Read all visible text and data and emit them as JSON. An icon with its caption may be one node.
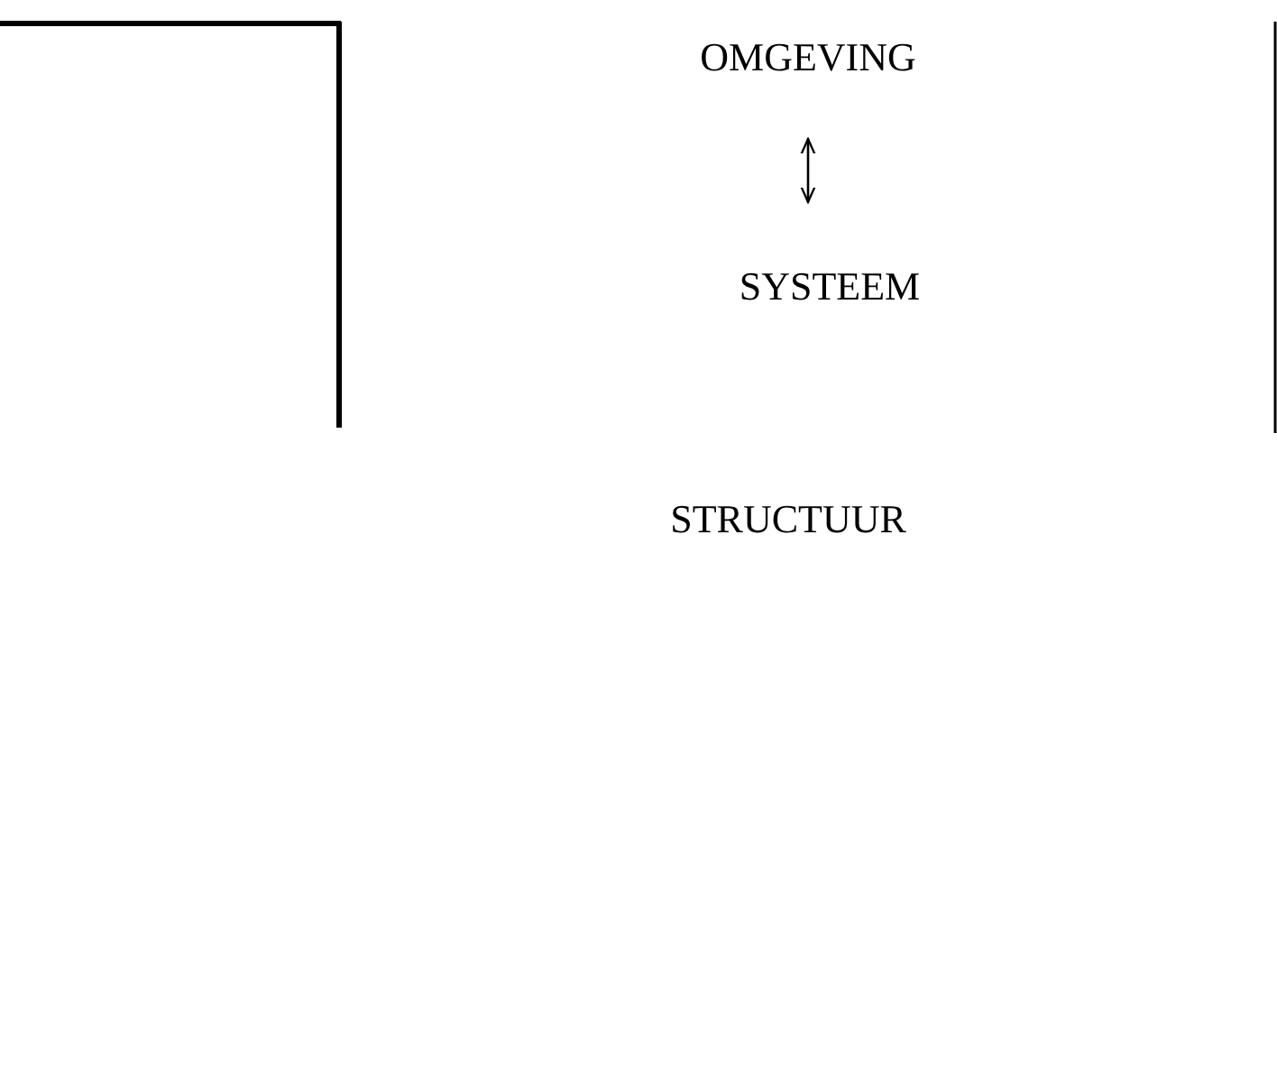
{
  "diagram": {
    "nodes": [
      {
        "text": [
          "OMGEVING"
        ]
      },
      {
        "text": [
          "SYSTEEM"
        ]
      }
    ],
    "edges": [
      {
        "from": 0,
        "to": 1,
        "arrow": "both"
      }
    ],
    "labels": [
      "STRUCTUUR"
    ]
  }
}
